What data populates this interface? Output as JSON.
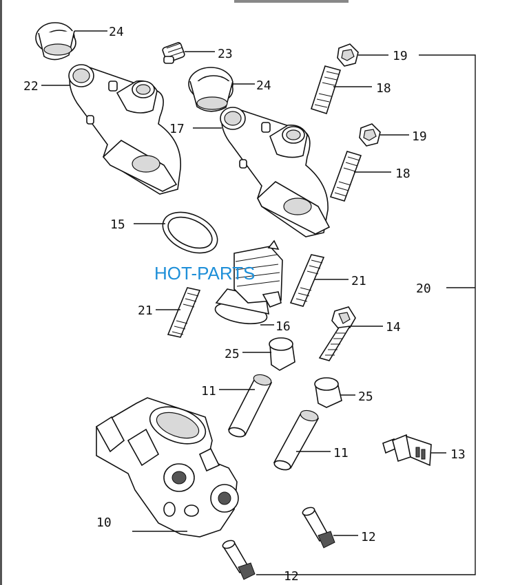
{
  "watermark": "HOT-PARTS",
  "callouts": {
    "c24a": "24",
    "c23": "23",
    "c19a": "19",
    "c22": "22",
    "c24b": "24",
    "c18a": "18",
    "c17": "17",
    "c19b": "19",
    "c18b": "18",
    "c15": "15",
    "c21a": "21",
    "c20": "20",
    "c21b": "21",
    "c16": "16",
    "c14": "14",
    "c25a": "25",
    "c11a": "11",
    "c25b": "25",
    "c11b": "11",
    "c13": "13",
    "c10": "10",
    "c12a": "12",
    "c12b": "12"
  }
}
